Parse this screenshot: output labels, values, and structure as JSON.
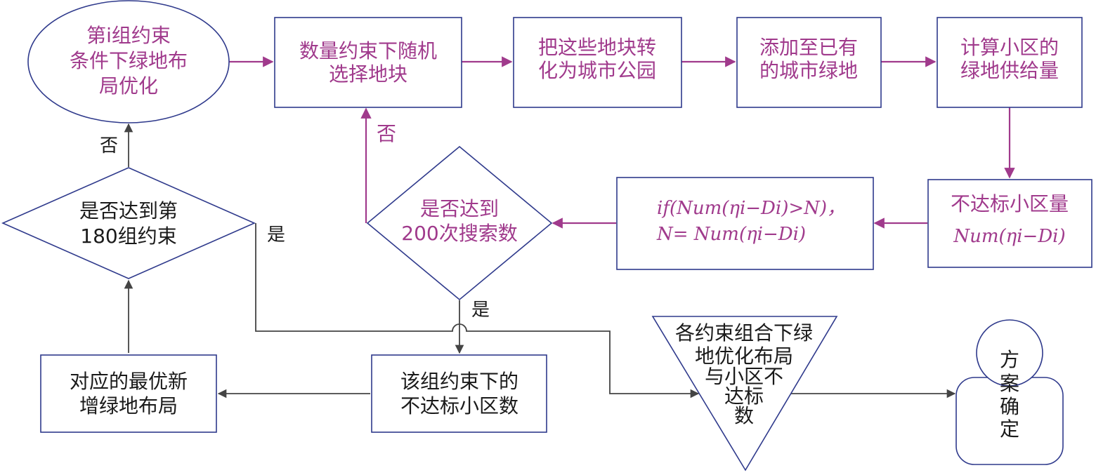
{
  "nodes": {
    "start_ellipse": [
      "第i组约束",
      "条件下绿地布",
      "局优化"
    ],
    "select_plots": [
      "数量约束下随机",
      "选择地块"
    ],
    "convert_parks": [
      "把这些地块转",
      "化为城市公园"
    ],
    "add_existing": [
      "添加至已有",
      "的城市绿地"
    ],
    "calc_supply": [
      "计算小区的",
      "绿地供给量"
    ],
    "substandard_count": {
      "title": "不达标小区量",
      "formula": "Num(ηi−Di)"
    },
    "condition_box": [
      "if(Num(ηi−Di)>N)，",
      "N= Num(ηi−Di)"
    ],
    "decision_200": [
      "是否达到",
      "200次搜索数"
    ],
    "decision_180": [
      "是否达到第",
      "180组约束"
    ],
    "group_substandard": [
      "该组约束下的",
      "不达标小区数"
    ],
    "best_layout": [
      "对应的最优新",
      "增绿地布局"
    ],
    "triangle": [
      "各约束组合下绿",
      "地优化布局",
      "与小区不",
      "达标",
      "数"
    ],
    "final_plan": [
      "方",
      "案",
      "确",
      "定"
    ]
  },
  "labels": {
    "no_180": "否",
    "yes_180": "是",
    "no_200": "否",
    "yes_200": "是"
  },
  "colors": {
    "purple": "#a03a8c",
    "node_border": "#2f3a8c",
    "gray_arrow": "#444444"
  }
}
